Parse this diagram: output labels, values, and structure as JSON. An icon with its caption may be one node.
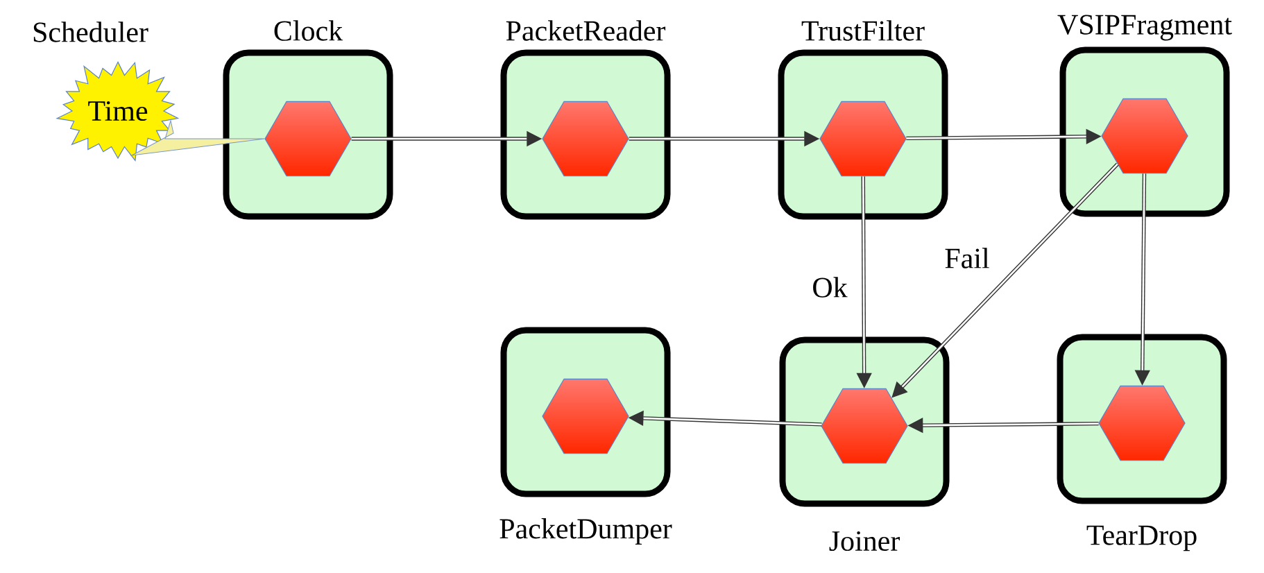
{
  "diagram": {
    "nodes": [
      {
        "text": [
          "Clock"
        ]
      },
      {
        "text": [],
        "shape": "hexagon",
        "in": 0
      },
      {
        "text": [
          "PacketReader"
        ]
      },
      {
        "text": [],
        "shape": "hexagon",
        "in": 2
      },
      {
        "text": [
          "TrustFilter"
        ]
      },
      {
        "text": [],
        "shape": "hexagon",
        "in": 4
      },
      {
        "text": [
          "VSIPFragment"
        ]
      },
      {
        "text": [],
        "shape": "hexagon",
        "in": 6
      },
      {
        "text": [
          "PacketDumper"
        ]
      },
      {
        "text": [],
        "shape": "hexagon",
        "in": 8
      },
      {
        "text": [
          "Joiner"
        ]
      },
      {
        "text": [],
        "shape": "hexagon",
        "in": 10
      },
      {
        "text": [
          "TearDrop"
        ]
      },
      {
        "text": [],
        "shape": "hexagon",
        "in": 12
      },
      {
        "text": [
          "Scheduler",
          "Time"
        ]
      }
    ],
    "edges": [
      {
        "from": 14,
        "to": 1,
        "arrow": "none"
      },
      {
        "from": 1,
        "to": 3,
        "arrow": "to"
      },
      {
        "from": 3,
        "to": 5,
        "arrow": "to"
      },
      {
        "from": 5,
        "to": 7,
        "arrow": "to"
      },
      {
        "from": 5,
        "to": 11,
        "arrow": "to",
        "label": "Ok"
      },
      {
        "from": 7,
        "to": 11,
        "arrow": "to",
        "label": "Fail"
      },
      {
        "from": 7,
        "to": 13,
        "arrow": "to"
      },
      {
        "from": 13,
        "to": 11,
        "arrow": "to"
      },
      {
        "from": 11,
        "to": 9,
        "arrow": "to"
      }
    ]
  }
}
